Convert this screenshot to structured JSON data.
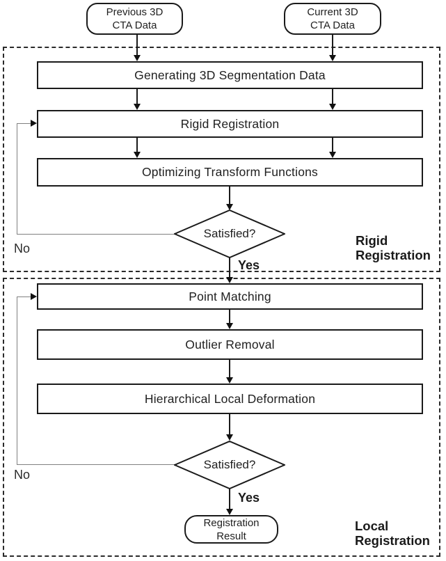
{
  "figure": {
    "background": "#ffffff",
    "line_color": "#1a1a1a",
    "loop_line_color": "#808080",
    "type": "flowchart"
  },
  "nodes": {
    "previous_cta": "Previous 3D\nCTA Data",
    "current_cta": "Current 3D\nCTA Data",
    "generating_segmentation": "Generating 3D Segmentation Data",
    "rigid_registration": "Rigid Registration",
    "optimizing_transform": "Optimizing Transform Functions",
    "satisfied_rigid": "Satisfied?",
    "point_matching": "Point Matching",
    "outlier_removal": "Outlier Removal",
    "hierarchical_deformation": "Hierarchical Local Deformation",
    "satisfied_local": "Satisfied?",
    "registration_result": "Registration\nResult"
  },
  "edge_labels": {
    "rigid_yes": "Yes",
    "rigid_no": "No",
    "local_yes": "Yes",
    "local_no": "No"
  },
  "region_labels": {
    "rigid": "Rigid\nRegistration",
    "local": "Local\nRegistration"
  }
}
